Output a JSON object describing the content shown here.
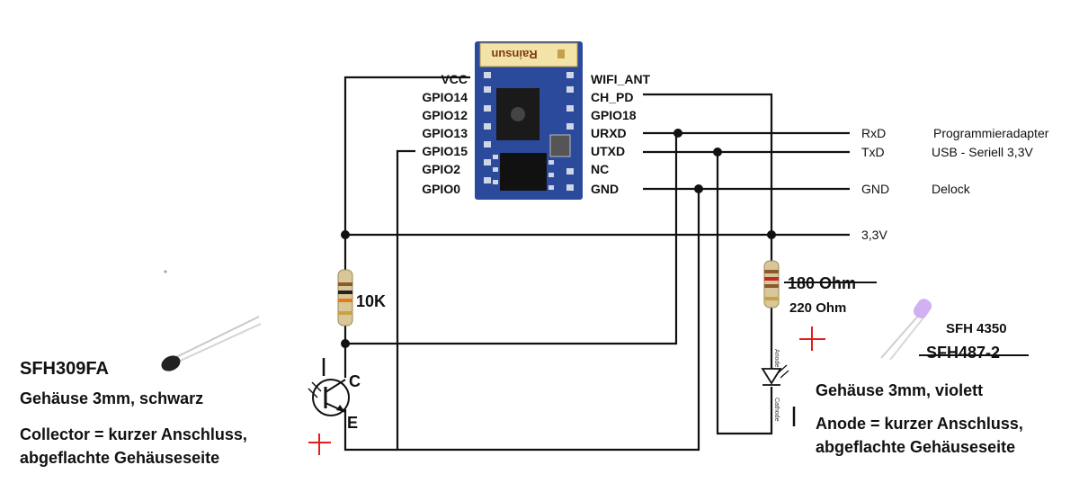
{
  "module": {
    "brand": "Rainsun",
    "left_pins": [
      "VCC",
      "GPIO14",
      "GPIO12",
      "GPIO13",
      "GPIO15",
      "GPIO2",
      "GPIO0"
    ],
    "right_pins": [
      "WIFI_ANT",
      "CH_PD",
      "GPIO18",
      "URXD",
      "UTXD",
      "NC",
      "GND"
    ]
  },
  "adapter": {
    "signals": [
      "RxD",
      "TxD",
      "GND",
      "3,3V"
    ],
    "description": [
      "Programmieradapter",
      "USB - Seriell 3,3V",
      "Delock"
    ]
  },
  "resistors": {
    "pullup": "10K",
    "led_old": "180 Ohm",
    "led_new": "220 Ohm"
  },
  "transistor": {
    "collector": "C",
    "emitter": "E",
    "part": "SFH309FA",
    "case": "Gehäuse 3mm, schwarz",
    "note_line1": "Collector = kurzer Anschluss,",
    "note_line2": "abgeflachte Gehäuseseite"
  },
  "led": {
    "anode_tag": "Anode",
    "cathode_tag": "Cathode",
    "part_new": "SFH 4350",
    "part_old": "SFH487-2",
    "case": "Gehäuse 3mm, violett",
    "note_line1": "Anode = kurzer Anschluss,",
    "note_line2": "abgeflachte Gehäuseseite"
  },
  "colors": {
    "wire": "#111111",
    "pcb": "#2b4a9c",
    "plus_sign": "#e0201b",
    "led_body": "#c9a3f0",
    "resistor_body": "#d9c79a"
  }
}
